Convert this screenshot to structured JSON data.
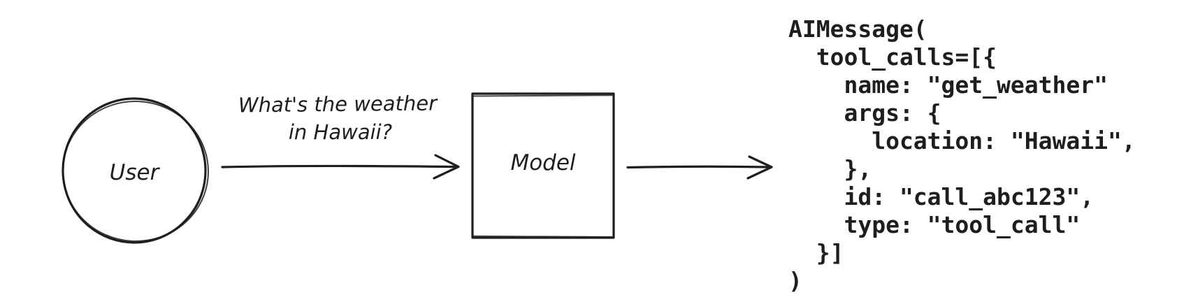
{
  "diagram": {
    "user_node": {
      "label": "User"
    },
    "request_arrow": {
      "label_line1": "What's the weather",
      "label_line2": "in Hawaii?"
    },
    "model_node": {
      "label": "Model"
    },
    "output_code": "AIMessage(\n  tool_calls=[{\n    name: \"get_weather\"\n    args: {\n      location: \"Hawaii\",\n    },\n    id: \"call_abc123\",\n    type: \"tool_call\"\n  }]\n)",
    "colors": {
      "stroke": "#1e1e1e",
      "background": "#ffffff"
    }
  }
}
